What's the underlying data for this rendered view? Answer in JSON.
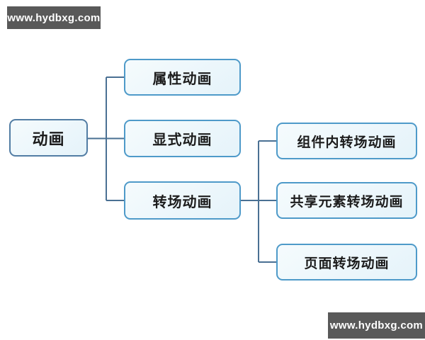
{
  "watermarks": {
    "top_left": "www.hydbxg.com",
    "bottom_right": "www.hydbxg.com"
  },
  "tree": {
    "label": "动画",
    "children": [
      {
        "label": "属性动画",
        "children": []
      },
      {
        "label": "显式动画",
        "children": []
      },
      {
        "label": "转场动画",
        "children": [
          {
            "label": "组件内转场动画"
          },
          {
            "label": "共享元素转场动画"
          },
          {
            "label": "页面转场动画"
          }
        ]
      }
    ]
  },
  "colors": {
    "node_fill": "#eaf4fa",
    "root_border": "#527da4",
    "child_border": "#4e9ac9",
    "connector": "#4a7093",
    "node_text": "#1c1c1c",
    "watermark_bg": "#595959",
    "watermark_text": "#ffffff"
  }
}
